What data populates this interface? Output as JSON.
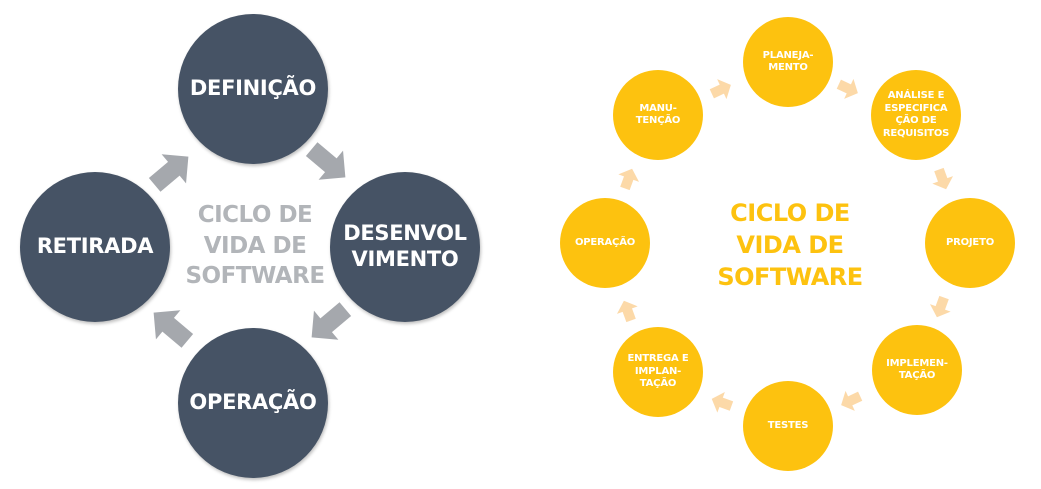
{
  "left_diagram": {
    "title": "CICLO DE\nVIDA DE\nSOFTWARE",
    "stages": [
      "DEFINIÇÃO",
      "DESENVOL\nVIMENTO",
      "OPERAÇÃO",
      "RETIRADA"
    ],
    "circle_color": "#465365",
    "arrow_color": "#a5a8ad",
    "title_color": "#b2b5b9"
  },
  "right_diagram": {
    "title": "CICLO DE\nVIDA DE\nSOFTWARE",
    "stages": [
      "PLANEJA-\nMENTO",
      "ANÁLISE E\nESPECIFICA\nÇÃO DE\nREQUISITOS",
      "PROJETO",
      "IMPLEMEN-\nTAÇÃO",
      "TESTES",
      "ENTREGA E\nIMPLAN-\nTAÇÃO",
      "OPERAÇÃO",
      "MANU-\nTENÇÃO"
    ],
    "circle_color": "#fdc20f",
    "arrow_color": "#fcd9a8",
    "title_color": "#fdc20f"
  }
}
